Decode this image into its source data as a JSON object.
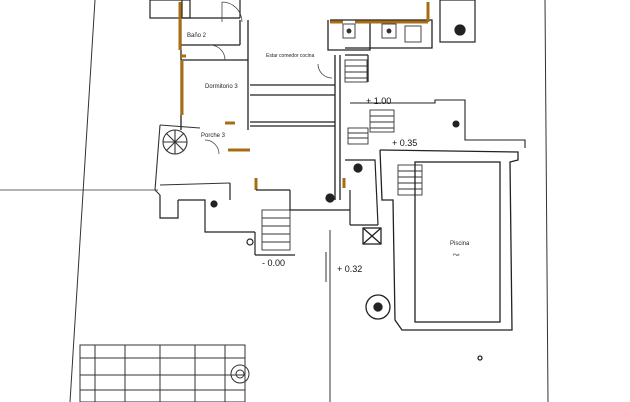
{
  "rooms": {
    "bath": "Baño 2",
    "bedroom": "Dormitorio 3",
    "corridor": "Estar comedor cocina",
    "porch": "Porche 3",
    "pool": "Piscina",
    "pool_sub": "Pwl"
  },
  "levels": {
    "upper": "+ 1.00",
    "terrace": "+ 0.35",
    "ground": "- 0.00",
    "garden": "+ 0.32"
  },
  "colors": {
    "line": "#222222",
    "wall_accent": "#a86d14",
    "paper": "#ffffff"
  }
}
